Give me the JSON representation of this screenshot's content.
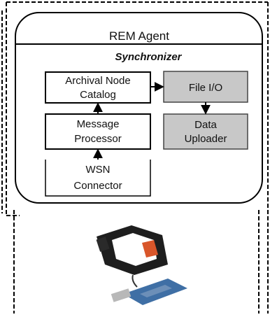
{
  "agent": {
    "title": "REM Agent"
  },
  "synchronizer": {
    "title": "Synchronizer"
  },
  "components": {
    "archival_catalog": {
      "line1": "Archival Node",
      "line2": "Catalog"
    },
    "message_processor": {
      "line1": "Message",
      "line2": "Processor"
    },
    "wsn_connector": {
      "line1": "WSN",
      "line2": "Connector"
    },
    "file_io": {
      "label": "File I/O"
    },
    "data_uploader": {
      "line1": "Data",
      "line2": "Uploader"
    }
  },
  "colors": {
    "shaded_box": "#c8c8c8",
    "board": "#3f6fa5",
    "sensor": "#1e1e1e",
    "tag": "#d9562a"
  },
  "icons": {
    "hardware": "sensor-node-photo"
  }
}
